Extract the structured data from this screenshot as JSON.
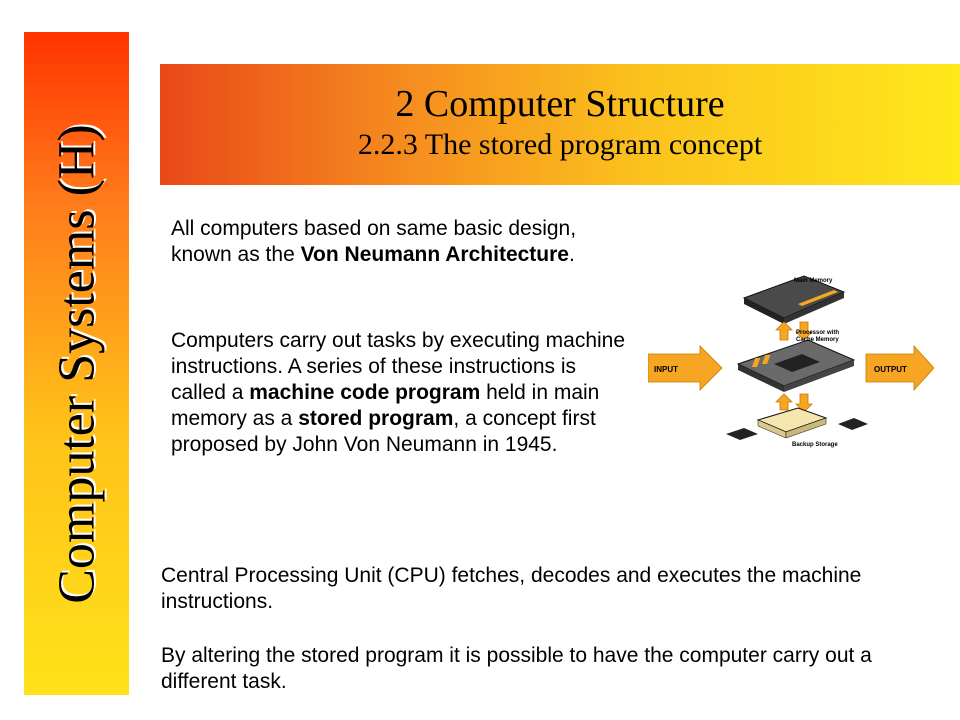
{
  "sidebar": {
    "title": "Computer Systems (H)"
  },
  "header": {
    "title": "2 Computer Structure",
    "subtitle": "2.2.3 The stored program concept"
  },
  "body": {
    "p1": [
      {
        "text": "All computers based on same basic design, known as the ",
        "bold": false
      },
      {
        "text": "Von Neumann Architecture",
        "bold": true
      },
      {
        "text": ".",
        "bold": false
      }
    ],
    "p2": [
      {
        "text": "Computers carry out tasks by executing machine instructions. A series of these instructions is called a ",
        "bold": false
      },
      {
        "text": "machine code program",
        "bold": true
      },
      {
        "text": " held in main memory as a ",
        "bold": false
      },
      {
        "text": "stored program",
        "bold": true
      },
      {
        "text": ", a concept first proposed by John Von Neumann in 1945.",
        "bold": false
      }
    ],
    "p3": "Central Processing Unit (CPU) fetches, decodes and executes the machine instructions.",
    "p4": "By altering the stored program it is possible to have the computer carry out a different task."
  },
  "diagram": {
    "main_memory_label": "Main Memory",
    "processor_label_1": "Processor with",
    "processor_label_2": "Cache Memory",
    "input_label": "INPUT",
    "output_label": "OUTPUT",
    "backup_label": "Backup Storage",
    "arrow_color": "#f7a623"
  }
}
